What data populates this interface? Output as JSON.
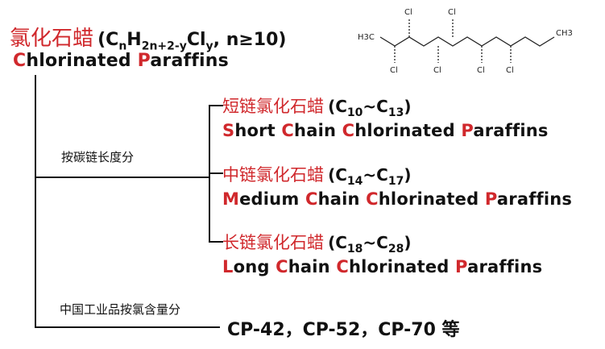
{
  "title": {
    "zh": "氯化石蜡",
    "formula": {
      "c": "C",
      "c_sub": "n",
      "h": "H",
      "h_sub": "2n+2-y",
      "cl": "Cl",
      "cl_sub": "y",
      "cond": "n≥10"
    },
    "en_parts": [
      {
        "t": "C",
        "red": true
      },
      {
        "t": "hlorinated ",
        "red": false
      },
      {
        "t": "P",
        "red": true
      },
      {
        "t": "araffins",
        "red": false
      }
    ]
  },
  "classify_by_length": "按碳链长度分",
  "classify_by_cl": "中国工业品按氯含量分",
  "categories": [
    {
      "zh": "短链氯化石蜡",
      "from": "10",
      "to": "13",
      "en_parts": [
        {
          "t": "S",
          "red": true
        },
        {
          "t": "hort ",
          "red": false
        },
        {
          "t": "C",
          "red": true
        },
        {
          "t": "hain ",
          "red": false
        },
        {
          "t": "C",
          "red": true
        },
        {
          "t": "hlorinated ",
          "red": false
        },
        {
          "t": "P",
          "red": true
        },
        {
          "t": "araffins",
          "red": false
        }
      ]
    },
    {
      "zh": "中链氯化石蜡",
      "from": "14",
      "to": "17",
      "en_parts": [
        {
          "t": "M",
          "red": true
        },
        {
          "t": "edium ",
          "red": false
        },
        {
          "t": "C",
          "red": true
        },
        {
          "t": "hain ",
          "red": false
        },
        {
          "t": "C",
          "red": true
        },
        {
          "t": "hlorinated ",
          "red": false
        },
        {
          "t": "P",
          "red": true
        },
        {
          "t": "araffins",
          "red": false
        }
      ]
    },
    {
      "zh": "长链氯化石蜡",
      "from": "18",
      "to": "28",
      "en_parts": [
        {
          "t": "L",
          "red": true
        },
        {
          "t": "ong ",
          "red": false
        },
        {
          "t": "C",
          "red": true
        },
        {
          "t": "hain ",
          "red": false
        },
        {
          "t": "C",
          "red": true
        },
        {
          "t": "hlorinated ",
          "red": false
        },
        {
          "t": "P",
          "red": true
        },
        {
          "t": "araffins",
          "red": false
        }
      ]
    }
  ],
  "industrial": "CP-42，CP-52，CP-70 等",
  "molecule": {
    "h3c": "H3C",
    "ch3": "CH3",
    "cl": "Cl"
  },
  "colors": {
    "accent": "#d0282c",
    "text": "#111111"
  }
}
